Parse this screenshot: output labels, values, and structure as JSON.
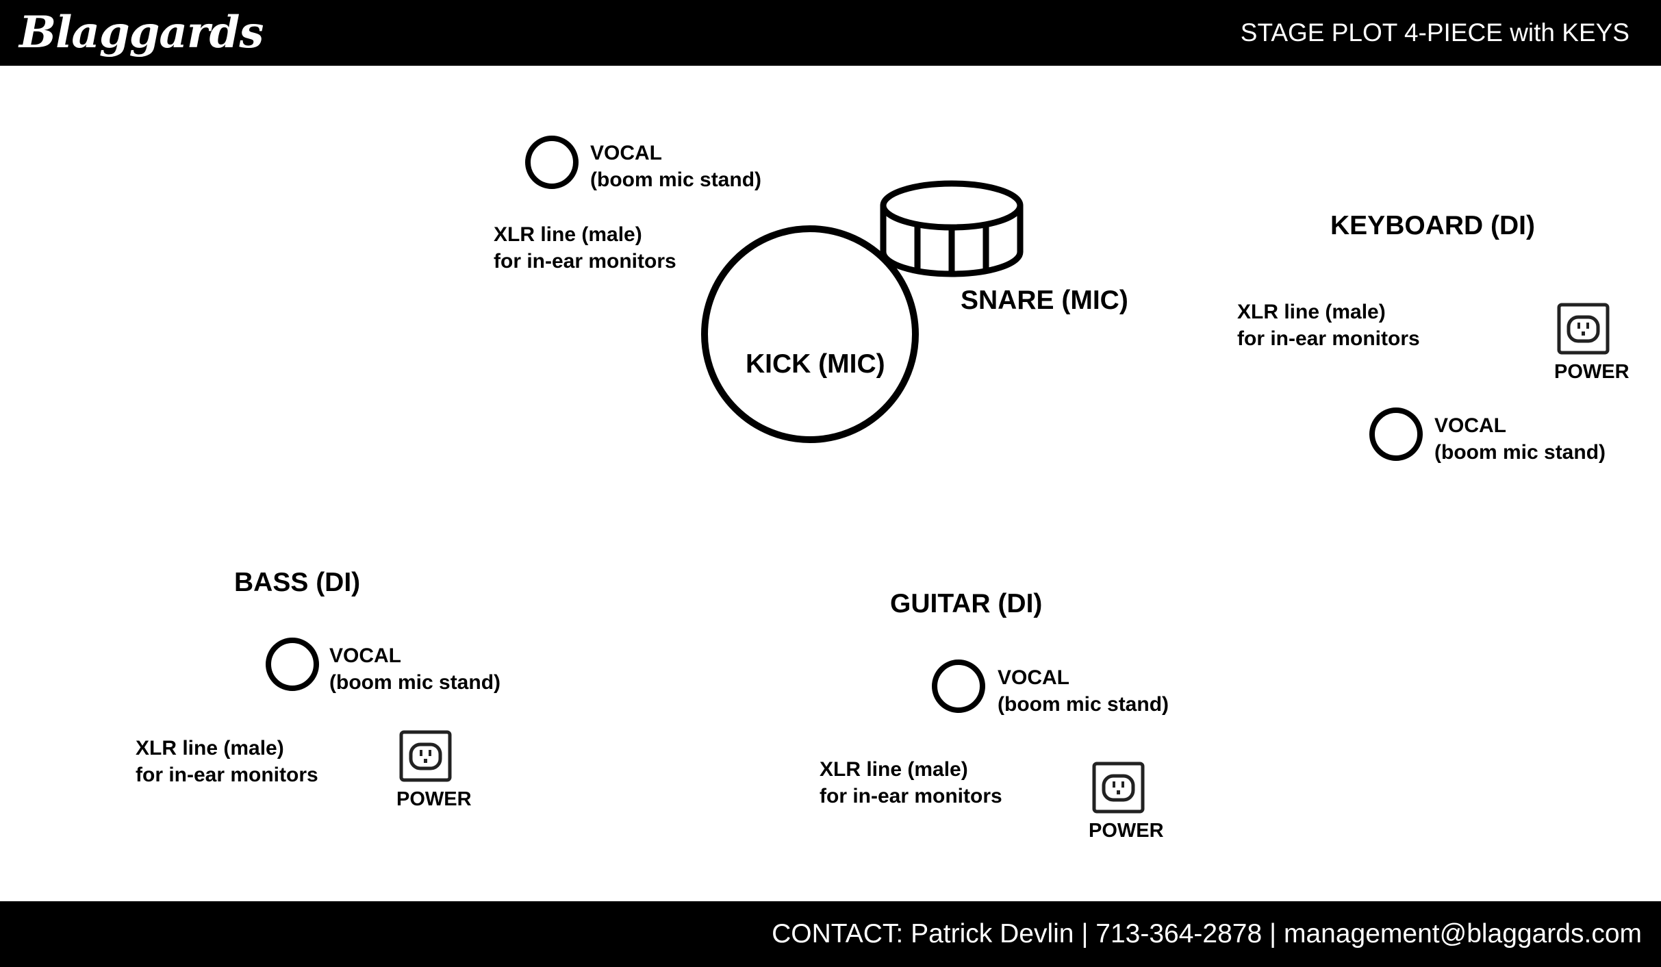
{
  "header": {
    "logo": "Blaggards",
    "title": "STAGE PLOT 4-PIECE with KEYS"
  },
  "footer": {
    "contact": "CONTACT: Patrick Devlin | 713-364-2878 | management@blaggards.com"
  },
  "vocal": {
    "line1": "VOCAL",
    "line2": "(boom mic stand)"
  },
  "xlr": {
    "line1": "XLR line (male)",
    "line2": "for in-ear monitors"
  },
  "power": "POWER",
  "drums": {
    "kick": "KICK (MIC)",
    "snare": "SNARE (MIC)"
  },
  "instruments": {
    "keyboard": "KEYBOARD (DI)",
    "bass": "BASS (DI)",
    "guitar": "GUITAR (DI)"
  }
}
